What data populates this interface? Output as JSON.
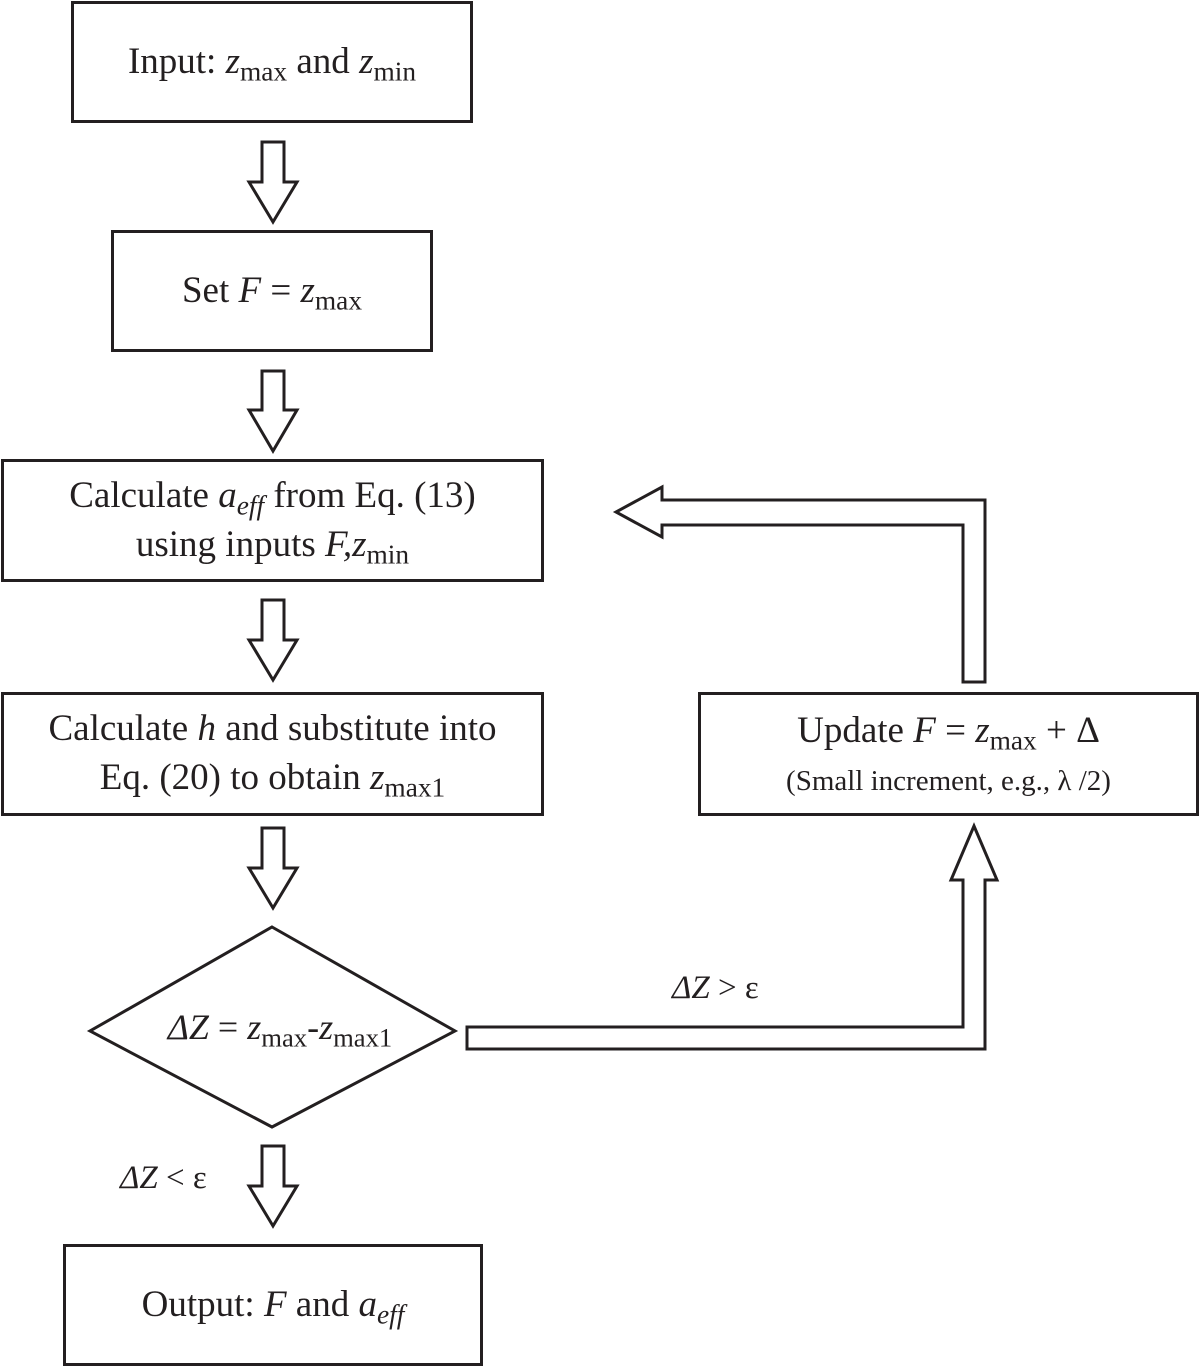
{
  "box_input": {
    "prefix": "Input: ",
    "var1": "z",
    "sub1": "max",
    "mid": " and ",
    "var2": "z",
    "sub2": "min"
  },
  "box_set": {
    "prefix": "Set ",
    "var_f": "F",
    "eq": " = ",
    "var_z": "z",
    "sub_z": "max"
  },
  "box_calc_a": {
    "line1_prefix": "Calculate ",
    "var_a": "a",
    "sub_a": "eff",
    "line1_suffix": " from Eq. (13)",
    "line2_prefix": "using inputs ",
    "var_f": "F",
    "comma": ",",
    "var_z": "z",
    "sub_z": "min"
  },
  "box_calc_h": {
    "line1_prefix": "Calculate ",
    "var_h": "h",
    "line1_suffix": " and substitute into",
    "line2_prefix": "Eq. (20) to obtain ",
    "var_z": "z",
    "sub_z": "max1"
  },
  "decision": {
    "delta": "Δ",
    "var_z_big": "Z",
    "eq": " = ",
    "var_z1": "z",
    "sub_z1": "max",
    "minus": "-",
    "var_z2": "z",
    "sub_z2": "max1"
  },
  "box_update": {
    "line1_prefix": "Update ",
    "var_f": "F",
    "eq": " = ",
    "var_z": "z",
    "sub_z": "max",
    "plus_delta": " +  Δ",
    "line2": "(Small increment, e.g., λ /2)"
  },
  "cond_greater": {
    "delta": "Δ",
    "var_z": "Z",
    "rel": " > ε"
  },
  "cond_less": {
    "delta": "Δ",
    "var_z": "Z",
    "rel": " < ε"
  },
  "box_output": {
    "prefix": "Output: ",
    "var_f": "F",
    "mid": " and ",
    "var_a": "a",
    "sub_a": "eff"
  },
  "colors": {
    "stroke": "#231f20",
    "background": "#ffffff"
  }
}
